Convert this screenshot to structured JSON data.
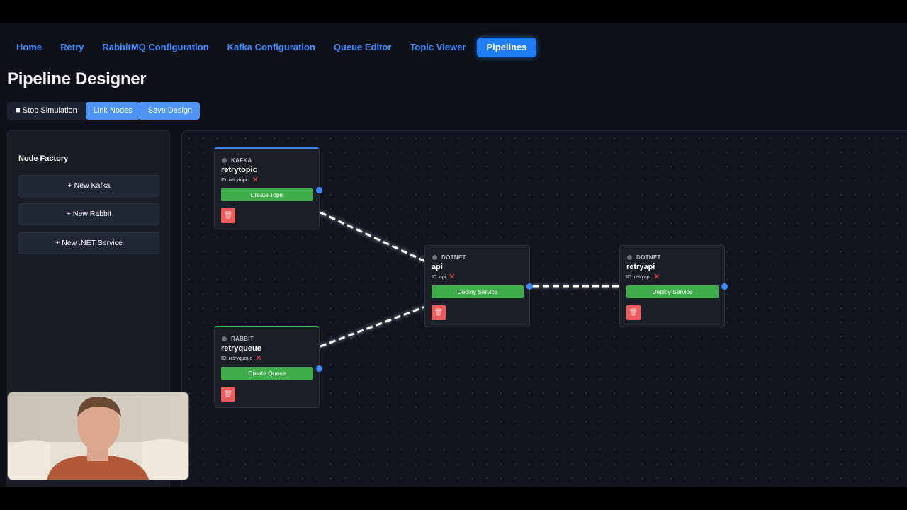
{
  "nav": {
    "items": [
      {
        "label": "Home"
      },
      {
        "label": "Retry"
      },
      {
        "label": "RabbitMQ Configuration"
      },
      {
        "label": "Kafka Configuration"
      },
      {
        "label": "Queue Editor"
      },
      {
        "label": "Topic Viewer"
      },
      {
        "label": "Pipelines",
        "active": true
      }
    ]
  },
  "page": {
    "title": "Pipeline Designer"
  },
  "toolbar": {
    "stop_label": "■ Stop Simulation",
    "link_label": "Link Nodes",
    "save_label": "Save Design"
  },
  "factory": {
    "title": "Node Factory",
    "buttons": [
      {
        "label": "+ New Kafka"
      },
      {
        "label": "+ New Rabbit"
      },
      {
        "label": "+ New .NET Service"
      }
    ]
  },
  "nodes": [
    {
      "type": "KAFKA",
      "name": "retrytopic",
      "id_label": "ID: retrytopic",
      "action": "Create Topic"
    },
    {
      "type": "RABBIT",
      "name": "retryqueue",
      "id_label": "ID: retryqueue",
      "action": "Create Queue"
    },
    {
      "type": "DOTNET",
      "name": "api",
      "id_label": "ID: api",
      "action": "Deploy Service"
    },
    {
      "type": "DOTNET",
      "name": "retryapi",
      "id_label": "ID: retryapi",
      "action": "Deploy Service"
    }
  ],
  "icons": {
    "delete": "x-icon",
    "trash": "trash-icon",
    "port": "output-port"
  },
  "colors": {
    "accent": "#3d8bff",
    "success": "#3fae4a",
    "danger": "#ef5c5c",
    "background": "#0e1117"
  }
}
